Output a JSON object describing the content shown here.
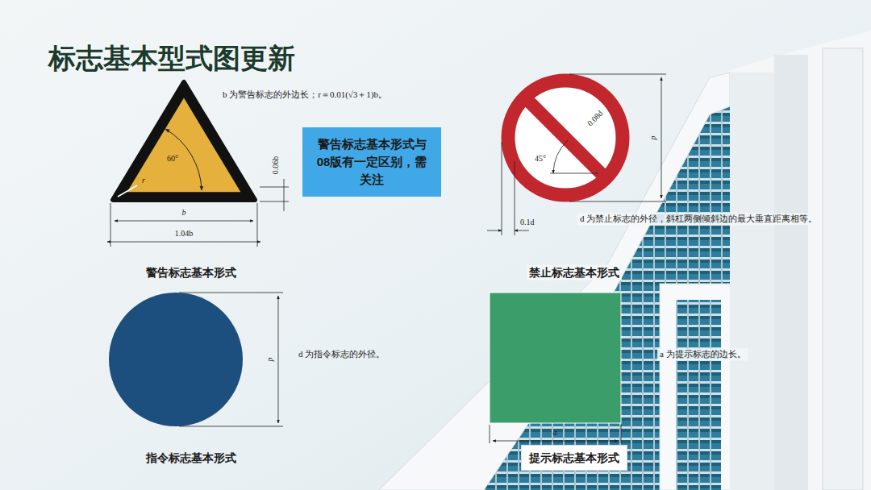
{
  "diagram": {
    "title": "标志基本型式图更新",
    "nodes": [
      {
        "text": [
          "警告标志基本形式与08版有一定区别，需关注"
        ]
      },
      {
        "text": [
          "提示标志基本形式"
        ]
      }
    ],
    "labels": [
      "b 为警告标志的外边长；r＝0.01(√3＋1)b。",
      "60°",
      "r",
      "0.06b",
      "b",
      "1.04b",
      "警告标志基本形式",
      "0.08d",
      "45°",
      "d",
      "0.1d",
      "d 为禁止标志的外径，斜杠两侧倾斜边的最大垂直距离相等。",
      "禁止标志基本形式",
      "d",
      "d 为指令标志的外径。",
      "指令标志基本形式",
      "a",
      "a 为提示标志的边长。"
    ]
  }
}
